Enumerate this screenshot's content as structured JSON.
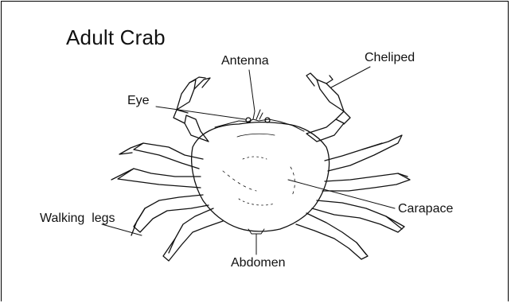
{
  "diagram": {
    "title": "Adult Crab",
    "labels": {
      "antenna": "Antenna",
      "cheliped": "Cheliped",
      "eye": "Eye",
      "carapace": "Carapace",
      "walking_legs": "Walking  legs",
      "abdomen": "Abdomen"
    }
  },
  "colors": {
    "line": "#111111",
    "background": "#ffffff"
  }
}
